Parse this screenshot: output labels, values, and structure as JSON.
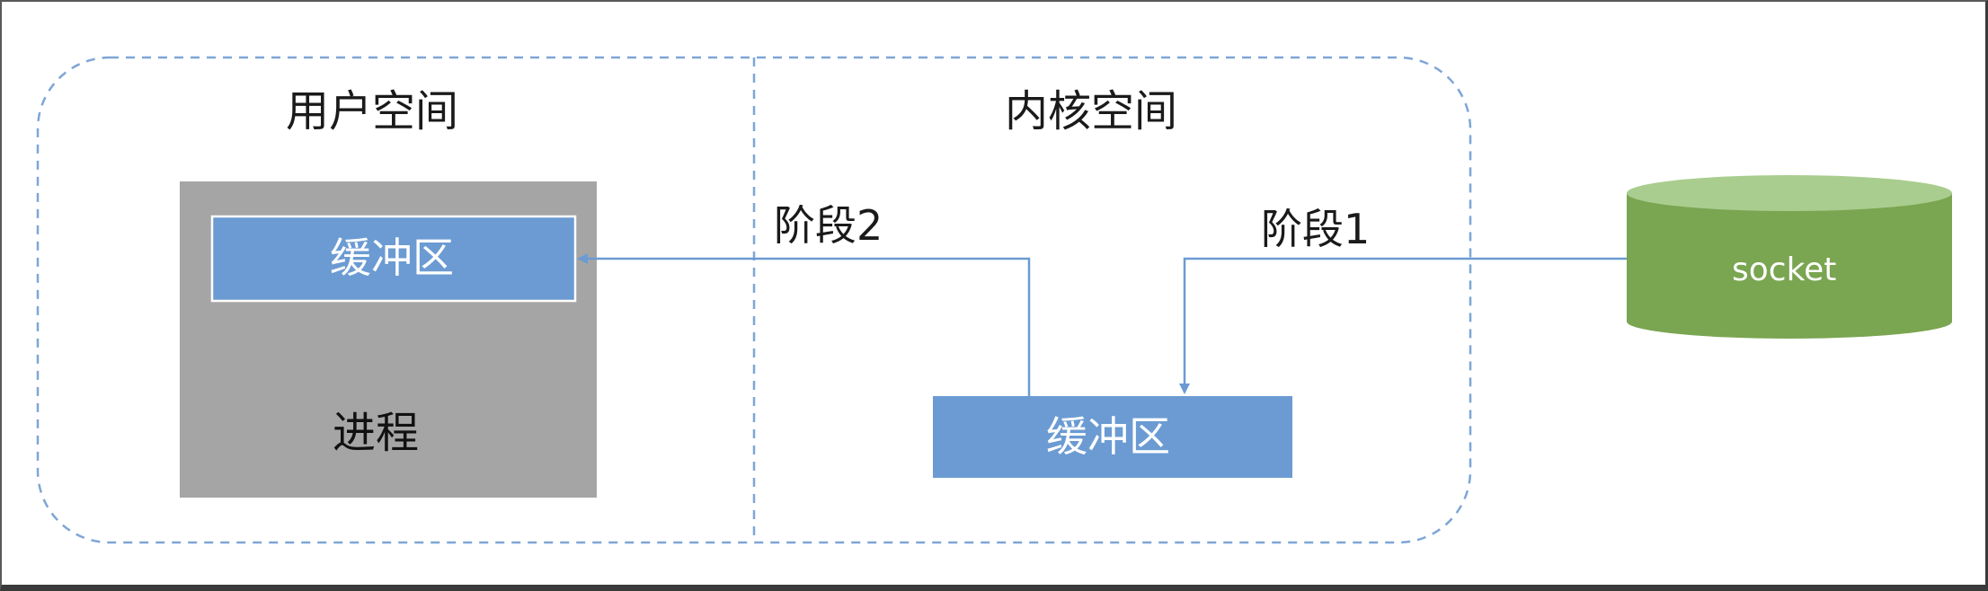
{
  "diagram": {
    "user_space_label": "用户空间",
    "kernel_space_label": "内核空间",
    "process": {
      "label": "进程",
      "buffer_label": "缓冲区"
    },
    "kernel_buffer_label": "缓冲区",
    "stage1_label": "阶段1",
    "stage2_label": "阶段2",
    "socket_label": "socket",
    "colors": {
      "boundary": "#7ea6d6",
      "buffer_fill": "#6b9bd2",
      "process_fill": "#a5a5a5",
      "socket_fill": "#7aa551",
      "socket_top": "#a9cd8e",
      "arrow": "#6b9bd2"
    }
  }
}
